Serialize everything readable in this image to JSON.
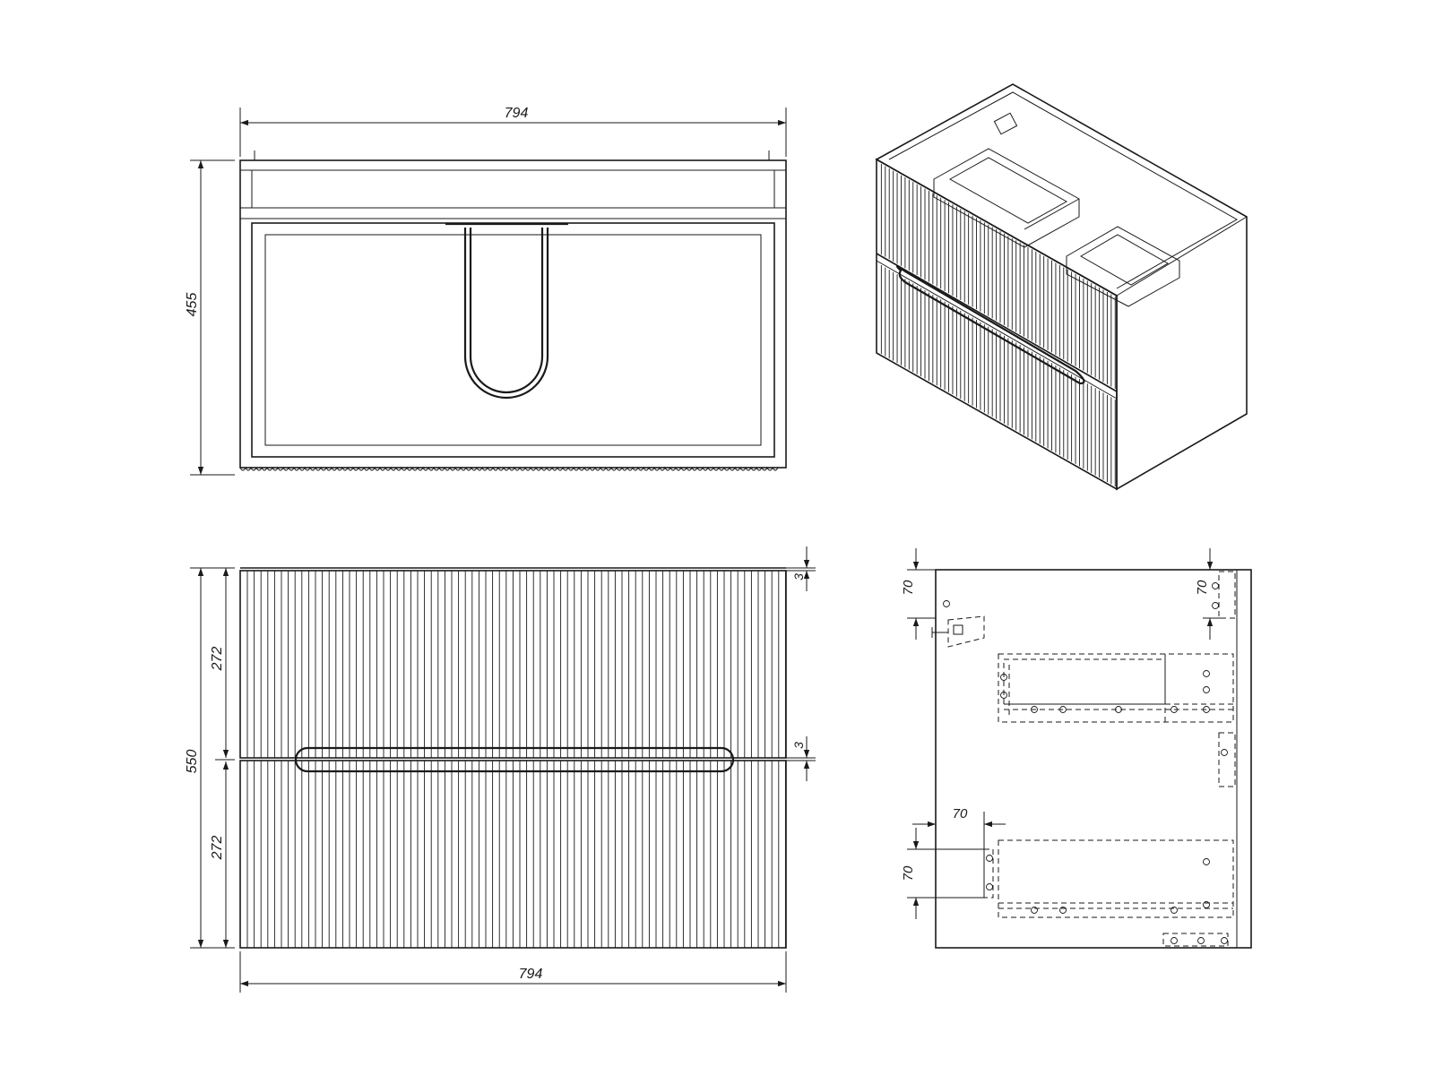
{
  "views": {
    "top": {
      "width_label": "794",
      "height_label": "455"
    },
    "front": {
      "width_label": "794",
      "height_label": "550",
      "upper_drawer_label": "272",
      "lower_drawer_label": "272",
      "top_gap_label": "3",
      "mid_gap_label": "3"
    },
    "side": {
      "top_left_label": "70",
      "top_right_label": "70",
      "bottom_horizontal_label": "70",
      "bottom_vertical_label": "70"
    },
    "iso": {}
  }
}
